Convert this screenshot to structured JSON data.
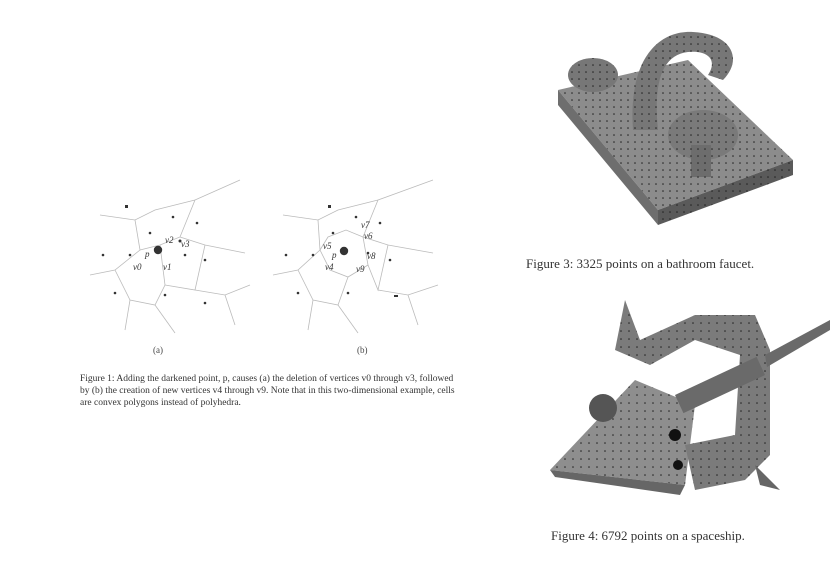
{
  "figure1": {
    "left_labels": {
      "p": "p",
      "v0": "v0",
      "v1": "v1",
      "v2": "v2",
      "v3": "v3"
    },
    "right_labels": {
      "p": "p",
      "v4": "v4",
      "v5": "v5",
      "v6": "v6",
      "v7": "v7",
      "v8": "v8",
      "v9": "v9"
    },
    "sublabel_a": "(a)",
    "sublabel_b": "(b)",
    "caption_line1": "Figure 1: Adding the darkened point, p, causes (a) the deletion of vertices v0 through v3, followed",
    "caption_line2": "by (b) the creation of new vertices v4 through v9. Note that in this two-dimensional example, cells",
    "caption_line3": "are convex polygons instead of polyhedra."
  },
  "figure3": {
    "caption": "Figure 3: 3325 points on a bathroom faucet."
  },
  "figure4": {
    "caption": "Figure 4: 6792 points on a spaceship."
  }
}
